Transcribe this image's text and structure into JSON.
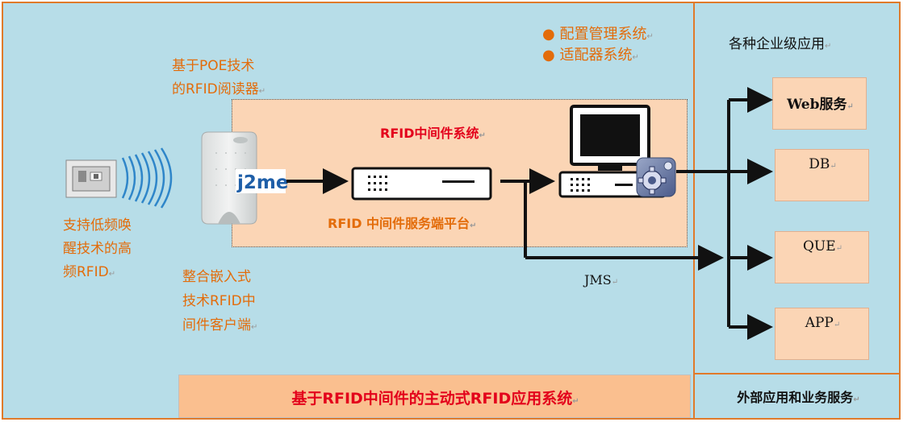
{
  "bullets": [
    "配置管理系统",
    "适配器系统"
  ],
  "top_right_title": "各种企业级应用",
  "poe_reader_label": [
    "基于POE技术",
    "的RFID阅读器"
  ],
  "middleware_system_label": "RFID中间件系统",
  "server_platform_label": "RFID 中间件服务端平台",
  "tag_label": [
    "支持低频唤",
    "醒技术的高",
    "频RFID"
  ],
  "embedded_client_label": [
    "整合嵌入式",
    "技术RFID中",
    "间件客户端"
  ],
  "jms_label": "JMS",
  "j2me_logo": "j2me",
  "apps": [
    "Web服务",
    "DB",
    "QUE",
    "APP"
  ],
  "bottom_title": "基于RFID中间件的主动式RFID应用系统",
  "external_title": "外部应用和业务服务",
  "colors": {
    "frame": "#e07a2a",
    "background": "#b7dde8",
    "middleware_fill": "#fbd5b5",
    "bottom_band": "#fabf8f",
    "accent_text": "#e36c0a",
    "title_red": "#e3001b"
  }
}
